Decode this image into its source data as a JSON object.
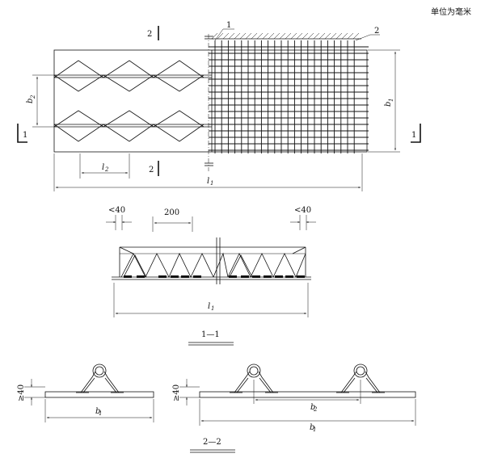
{
  "unit_note": "单位为毫米",
  "plan": {
    "section_1": "1",
    "section_2": "2",
    "dim_b2": "b",
    "dim_b2_sub": "2",
    "dim_b1": "b",
    "dim_b1_sub": "1",
    "dim_l2": "l",
    "dim_l2_sub": "2",
    "dim_l1": "l",
    "dim_l1_sub": "1"
  },
  "elevation": {
    "dim_lt40_left": "<40",
    "dim_200": "200",
    "dim_lt40_right": "<40",
    "dim_l1": "l",
    "dim_l1_sub": "1",
    "caption": "1—1"
  },
  "section22": {
    "dim_ge40_left": "≥40",
    "dim_b1_left": "b",
    "dim_b1_left_sub": "1",
    "dim_ge40_right": "≥40",
    "dim_b2": "b",
    "dim_b2_sub": "2",
    "dim_b1_right": "b",
    "dim_b1_right_sub": "1",
    "caption": "2—2"
  }
}
